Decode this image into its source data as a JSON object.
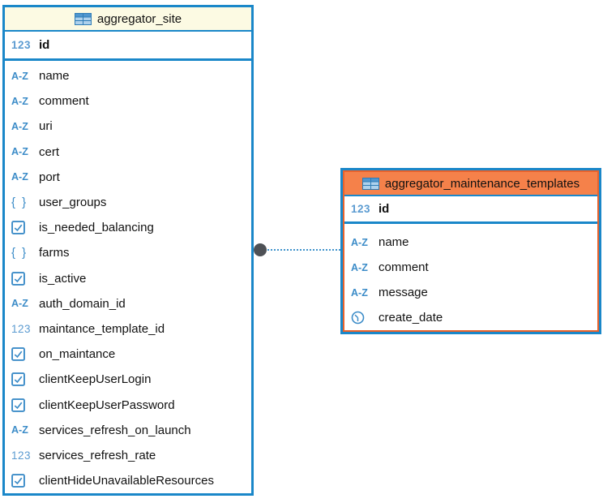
{
  "diagram": {
    "colors": {
      "border_blue": "#1a87c9",
      "header_cream": "#fcfae3",
      "header_orange": "#f5814a",
      "selection_orange": "#e8622c",
      "icon_blue": "#3c8cc8",
      "connector_dot_gray": "#4e5156",
      "connector_line_blue": "#3f93cc"
    },
    "icon_glyphs": {
      "number": "123",
      "text": "A-Z",
      "json": "{ }",
      "boolean": "checkbox-icon",
      "datetime": "clock-icon",
      "table": "table-grid-icon"
    },
    "connector": {
      "type": "dotted-association"
    },
    "tables": [
      {
        "name": "aggregator_site",
        "keys": [
          {
            "type": "number",
            "label": "id"
          }
        ],
        "fields": [
          {
            "type": "text",
            "label": "name"
          },
          {
            "type": "text",
            "label": "comment"
          },
          {
            "type": "text",
            "label": "uri"
          },
          {
            "type": "text",
            "label": "cert"
          },
          {
            "type": "text",
            "label": "port"
          },
          {
            "type": "json",
            "label": "user_groups"
          },
          {
            "type": "boolean",
            "label": "is_needed_balancing"
          },
          {
            "type": "json",
            "label": "farms"
          },
          {
            "type": "boolean",
            "label": "is_active"
          },
          {
            "type": "text",
            "label": "auth_domain_id"
          },
          {
            "type": "number",
            "label": "maintance_template_id"
          },
          {
            "type": "boolean",
            "label": "on_maintance"
          },
          {
            "type": "boolean",
            "label": "clientKeepUserLogin"
          },
          {
            "type": "boolean",
            "label": "clientKeepUserPassword"
          },
          {
            "type": "text",
            "label": "services_refresh_on_launch"
          },
          {
            "type": "number",
            "label": "services_refresh_rate"
          },
          {
            "type": "boolean",
            "label": "clientHideUnavailableResources"
          }
        ]
      },
      {
        "name": "aggregator_maintenance_templates",
        "keys": [
          {
            "type": "number",
            "label": "id"
          }
        ],
        "fields": [
          {
            "type": "text",
            "label": "name"
          },
          {
            "type": "text",
            "label": "comment"
          },
          {
            "type": "text",
            "label": "message"
          },
          {
            "type": "datetime",
            "label": "create_date"
          }
        ]
      }
    ]
  }
}
